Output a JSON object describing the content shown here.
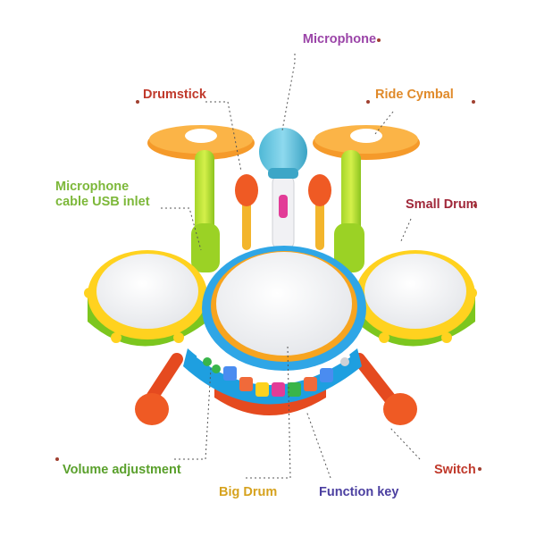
{
  "labels": {
    "microphone": "Microphone",
    "drumstick": "Drumstick",
    "ride_cymbal": "Ride Cymbal",
    "mic_cable_line1": "Microphone",
    "mic_cable_line2": "cable USB inlet",
    "small_drum": "Small Drum",
    "volume_adjustment": "Volume adjustment",
    "switch": "Switch",
    "big_drum": "Big Drum",
    "function_key": "Function key"
  },
  "colors": {
    "microphone": "#9b45a8",
    "drumstick": "#c0392b",
    "ride_cymbal": "#e08a2a",
    "mic_cable": "#7db83a",
    "small_drum": "#a0283a",
    "volume_adjustment": "#5aa02c",
    "switch": "#c0392b",
    "big_drum": "#d6a21e",
    "function_key": "#4b3fa0",
    "leader": "#555555",
    "dot": "#a04030"
  }
}
